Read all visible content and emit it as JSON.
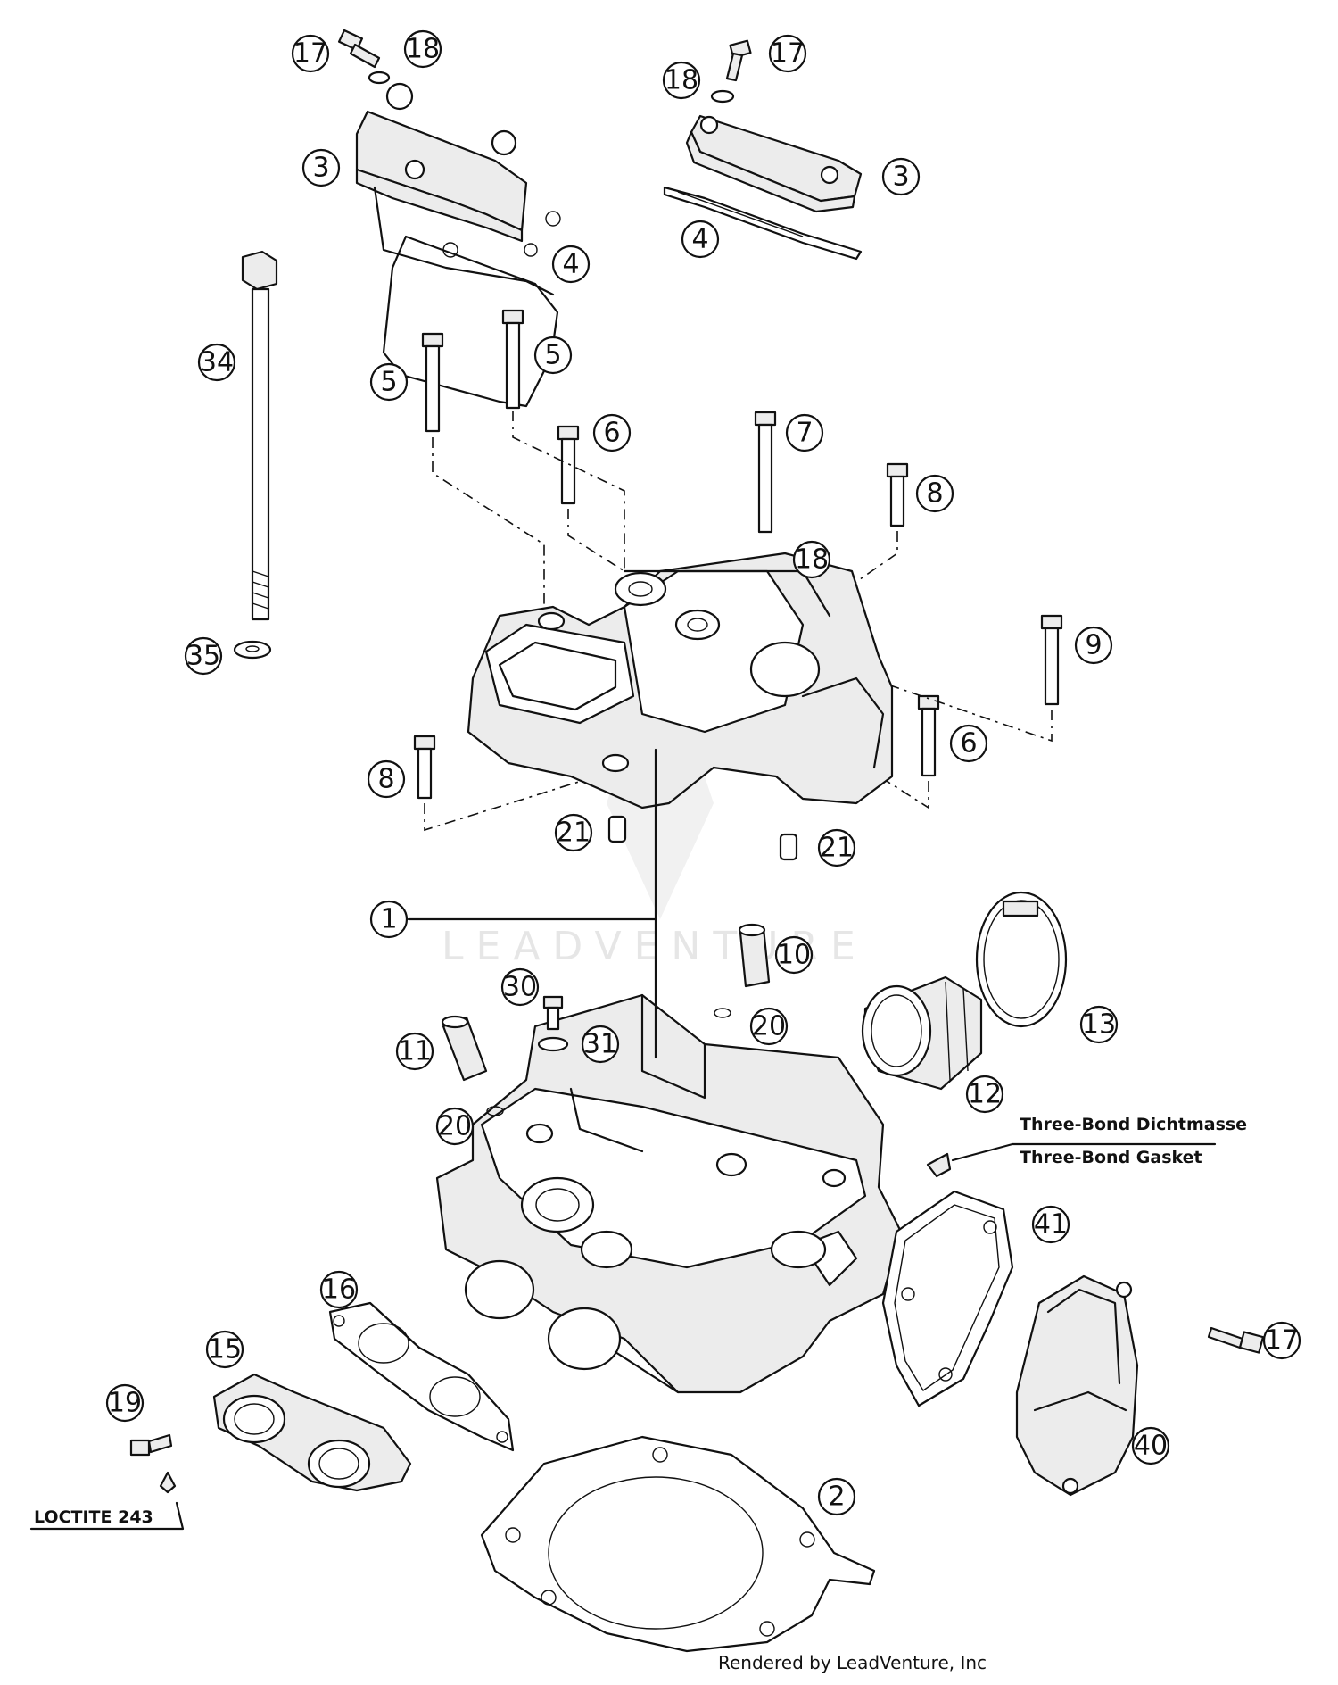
{
  "callouts": [
    "1",
    "2",
    "3",
    "4",
    "5",
    "6",
    "7",
    "8",
    "9",
    "10",
    "11",
    "12",
    "13",
    "15",
    "16",
    "17",
    "18",
    "19",
    "20",
    "21",
    "30",
    "31",
    "34",
    "35",
    "40",
    "41"
  ],
  "notes": {
    "threebond_1": "Three-Bond Dichtmasse",
    "threebond_2": "Three-Bond Gasket",
    "loctite": "LOCTITE 243"
  },
  "watermark": "LEADVENTURE",
  "credit": "Rendered by LeadVenture, Inc",
  "colors": {
    "line": "#111111",
    "fill": "#ececec",
    "watermark": "#e6e6e6"
  }
}
